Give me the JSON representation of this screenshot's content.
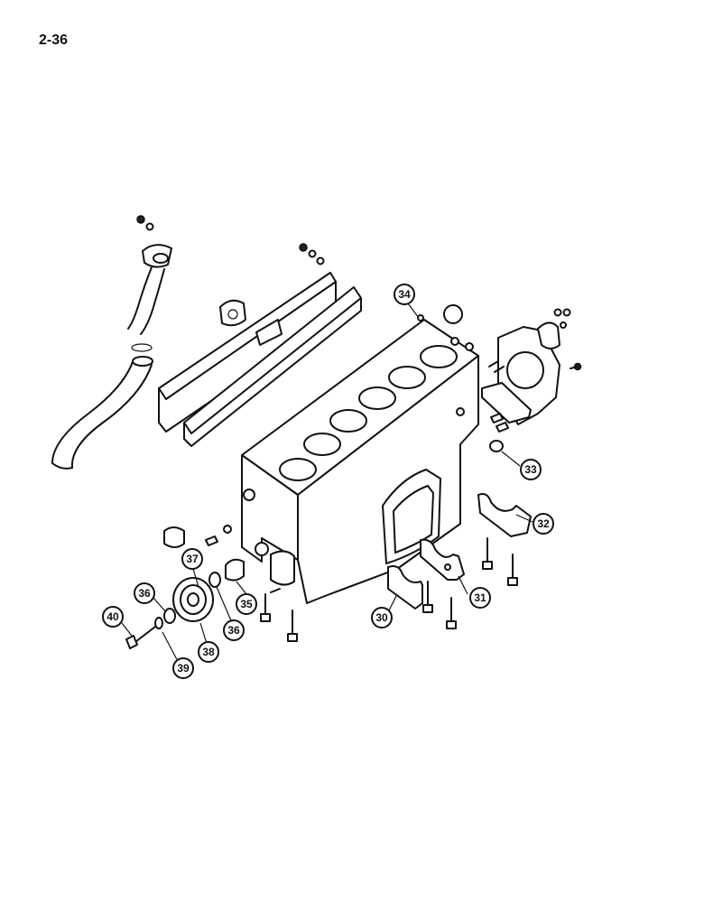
{
  "page": {
    "number": "2-36"
  },
  "callouts": [
    "30",
    "31",
    "32",
    "33",
    "34",
    "35",
    "36",
    "36",
    "37",
    "38",
    "39",
    "40"
  ],
  "colors": {
    "ink": "#111111",
    "background": "#ffffff"
  }
}
